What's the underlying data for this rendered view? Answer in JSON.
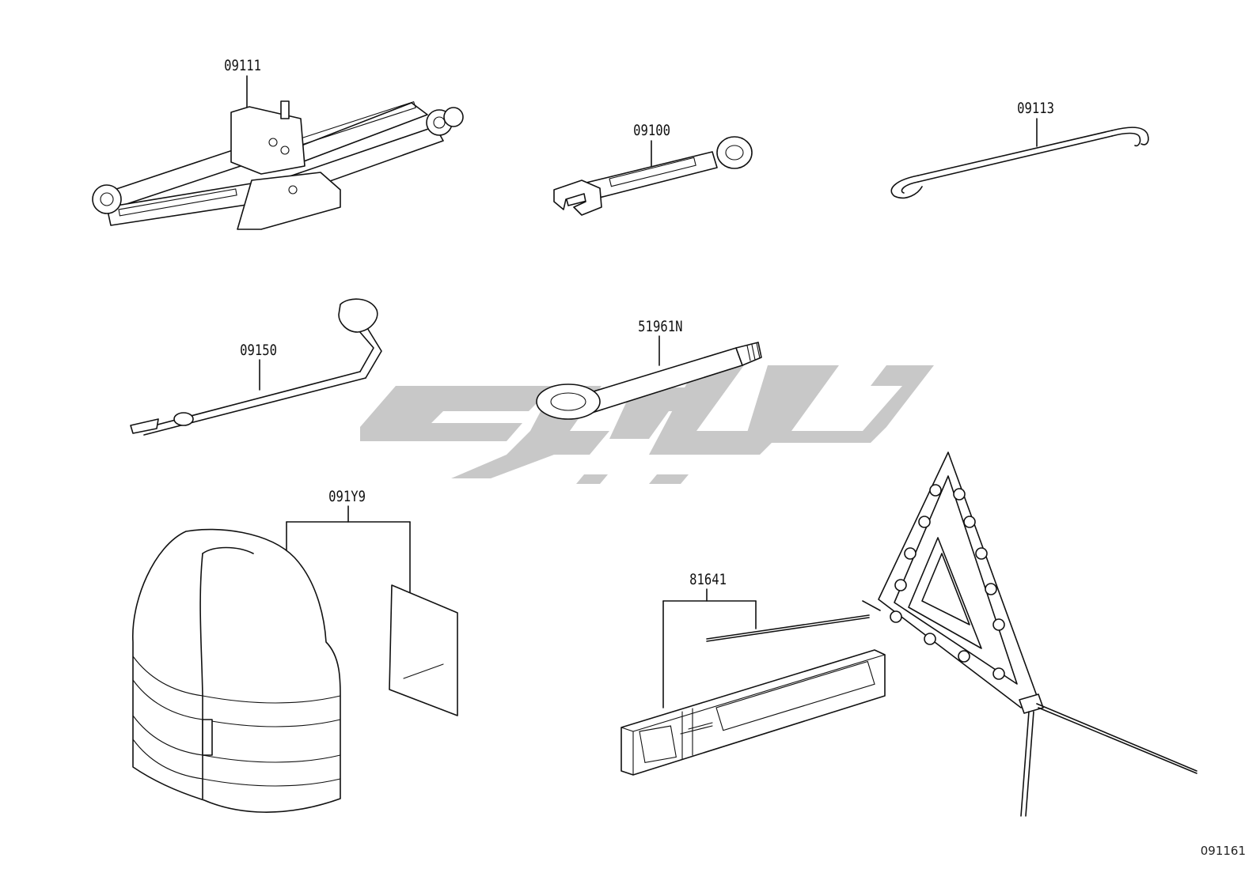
{
  "parts": [
    {
      "id": "jack",
      "number": "09111"
    },
    {
      "id": "wrench",
      "number": "09100"
    },
    {
      "id": "jack-handle",
      "number": "09113"
    },
    {
      "id": "lug-wrench",
      "number": "09150"
    },
    {
      "id": "extension-bar",
      "number": "51961N"
    },
    {
      "id": "safety-vest",
      "number": "091Y9"
    },
    {
      "id": "warning-triangle",
      "number": "81641"
    }
  ],
  "diagram_id": "091161",
  "watermark": {
    "color": "#c8c8c8",
    "kind": "logo"
  }
}
